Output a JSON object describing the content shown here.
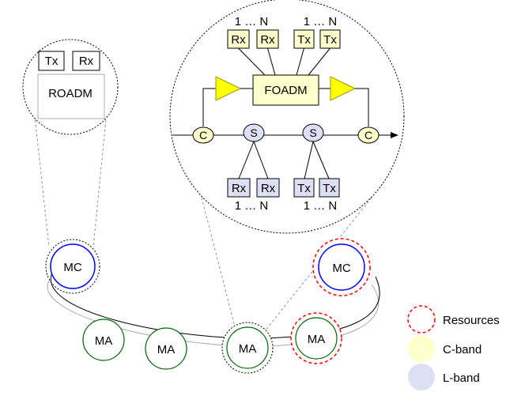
{
  "zoom_left": {
    "tx": "Tx",
    "rx": "Rx",
    "roadm": "ROADM"
  },
  "zoom_right": {
    "top_range_left": "1 … N",
    "top_range_right": "1 … N",
    "bottom_range_left": "1 … N",
    "bottom_range_right": "1 … N",
    "foadm": "FOADM",
    "top_rx_1": "Rx",
    "top_rx_2": "Rx",
    "top_tx_1": "Tx",
    "top_tx_2": "Tx",
    "bottom_rx_1": "Rx",
    "bottom_rx_2": "Rx",
    "bottom_tx_1": "Tx",
    "bottom_tx_2": "Tx",
    "coupler_left": "C",
    "coupler_right": "C",
    "splitter_left": "S",
    "splitter_right": "S"
  },
  "ring": {
    "mc_left": "MC",
    "mc_right": "MC",
    "ma_1": "MA",
    "ma_2": "MA",
    "ma_3": "MA",
    "ma_4": "MA"
  },
  "legend": {
    "resources": "Resources",
    "c_band": "C-band",
    "l_band": "L-band"
  },
  "colors": {
    "c_band_fill": "#ffffcc",
    "l_band_fill": "#dde0f4",
    "amplifier": "#ffff00",
    "mc_ring": "#0000ff",
    "ma_ring": "#006600",
    "resources": "#ff0000"
  }
}
